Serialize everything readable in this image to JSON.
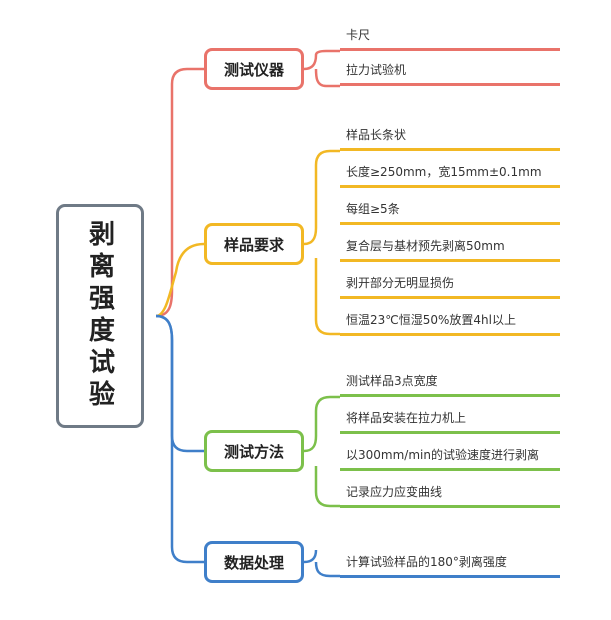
{
  "root": {
    "title": "剥离强度试验",
    "color": "#6f7a86"
  },
  "branches": [
    {
      "label": "测试仪器",
      "color": "#e9736a",
      "leaves": [
        "卡尺",
        "拉力试验机"
      ]
    },
    {
      "label": "样品要求",
      "color": "#f2b824",
      "leaves": [
        "样品长条状",
        "长度≥250mm，宽15mm±0.1mm",
        "每组≥5条",
        "复合层与基材预先剥离50mm",
        "剥开部分无明显损伤",
        "恒温23℃恒湿50%放置4hl以上"
      ]
    },
    {
      "label": "测试方法",
      "color": "#7cc04b",
      "leaves": [
        "测试样品3点宽度",
        "将样品安装在拉力机上",
        "以300mm/min的试验速度进行剥离",
        "记录应力应变曲线"
      ]
    },
    {
      "label": "数据处理",
      "color": "#3f7fc9",
      "leaves": [
        "计算试验样品的180°剥离强度"
      ]
    }
  ]
}
